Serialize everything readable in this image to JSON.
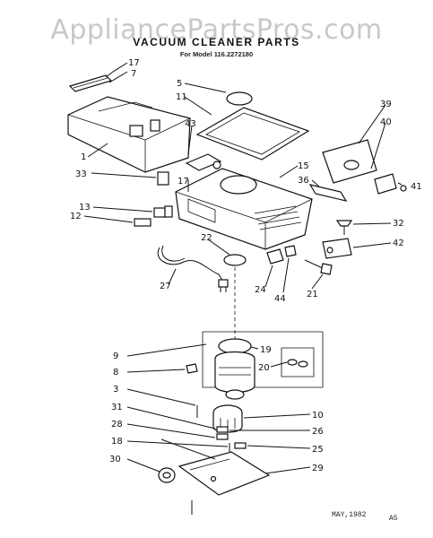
{
  "watermark": "AppliancePartsPros.com",
  "title": "VACUUM CLEANER PARTS",
  "subtitle": "For Model 116.2272180",
  "footer": {
    "date": "MAY,1982",
    "code": "A5"
  },
  "callouts": [
    "17",
    "7",
    "5",
    "11",
    "43",
    "39",
    "40",
    "1",
    "33",
    "17",
    "15",
    "36",
    "41",
    "13",
    "12",
    "32",
    "22",
    "42",
    "27",
    "24",
    "44",
    "21",
    "9",
    "19",
    "8",
    "20",
    "3",
    "10",
    "31",
    "26",
    "28",
    "25",
    "18",
    "30",
    "29"
  ]
}
